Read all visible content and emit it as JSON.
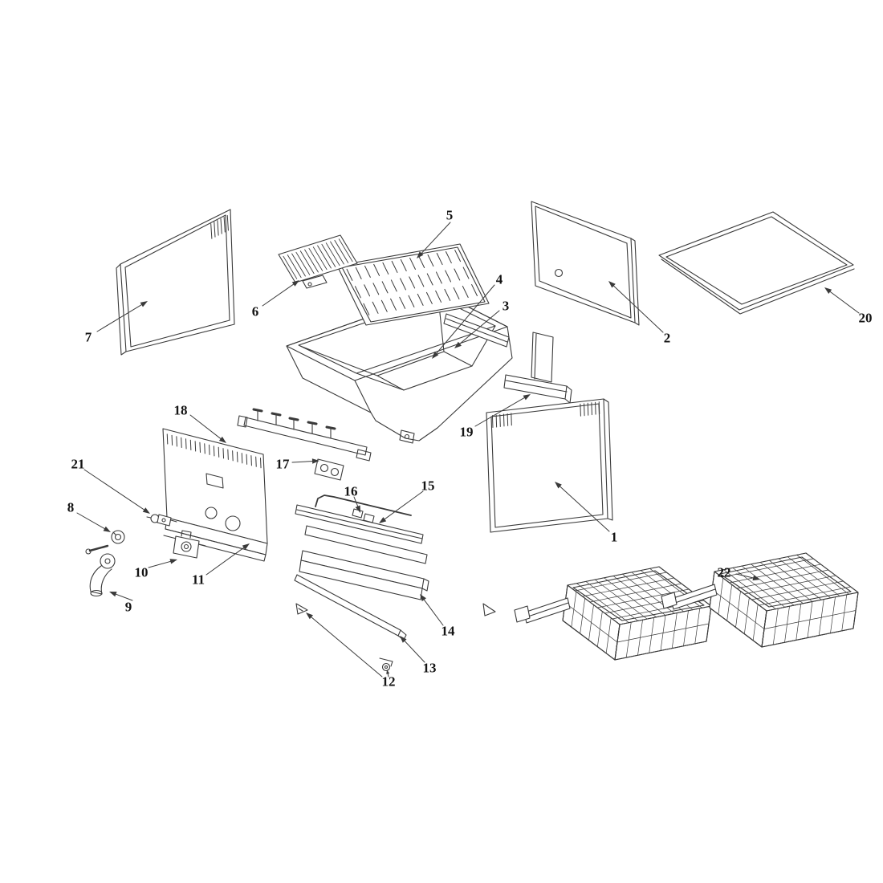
{
  "diagram": {
    "style": {
      "background": "#ffffff",
      "line_color": "#3a3a3a",
      "label_color": "#141414"
    },
    "parts": [
      {
        "number": "1"
      },
      {
        "number": "2"
      },
      {
        "number": "3"
      },
      {
        "number": "4"
      },
      {
        "number": "5"
      },
      {
        "number": "6"
      },
      {
        "number": "7"
      },
      {
        "number": "8"
      },
      {
        "number": "9"
      },
      {
        "number": "10"
      },
      {
        "number": "11"
      },
      {
        "number": "12"
      },
      {
        "number": "13"
      },
      {
        "number": "14"
      },
      {
        "number": "15"
      },
      {
        "number": "16"
      },
      {
        "number": "17"
      },
      {
        "number": "18"
      },
      {
        "number": "19"
      },
      {
        "number": "20"
      },
      {
        "number": "21"
      },
      {
        "number": "22"
      }
    ]
  }
}
